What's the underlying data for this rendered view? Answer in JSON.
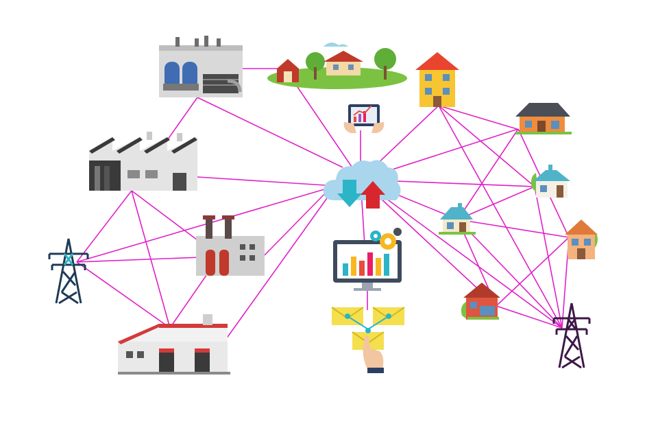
{
  "diagram": {
    "nodes": [
      {
        "id": "factory-top",
        "icon": "factory-icon"
      },
      {
        "id": "farm",
        "icon": "farm-icon"
      },
      {
        "id": "tablet-chart",
        "icon": "tablet-chart-icon"
      },
      {
        "id": "house-yellow",
        "icon": "house-icon"
      },
      {
        "id": "house-orange-right",
        "icon": "house-icon"
      },
      {
        "id": "factory-sawtooth",
        "icon": "factory-icon"
      },
      {
        "id": "cloud",
        "icon": "cloud-upload-download-icon"
      },
      {
        "id": "house-teal-right",
        "icon": "house-icon"
      },
      {
        "id": "house-teal-small",
        "icon": "house-icon"
      },
      {
        "id": "house-peach",
        "icon": "house-icon"
      },
      {
        "id": "pylon-left",
        "icon": "transmission-tower-icon"
      },
      {
        "id": "power-plant",
        "icon": "power-plant-icon"
      },
      {
        "id": "monitor-analytics",
        "icon": "monitor-chart-icon"
      },
      {
        "id": "house-red",
        "icon": "house-icon"
      },
      {
        "id": "pylon-right",
        "icon": "transmission-tower-icon"
      },
      {
        "id": "warehouse",
        "icon": "warehouse-icon"
      },
      {
        "id": "envelopes-hand",
        "icon": "email-network-icon"
      }
    ],
    "edges": [
      [
        "factory-top",
        "farm"
      ],
      [
        "factory-top",
        "factory-sawtooth"
      ],
      [
        "factory-top",
        "cloud"
      ],
      [
        "farm",
        "cloud"
      ],
      [
        "tablet-chart",
        "cloud"
      ],
      [
        "house-yellow",
        "cloud"
      ],
      [
        "house-yellow",
        "house-orange-right"
      ],
      [
        "house-yellow",
        "house-teal-right"
      ],
      [
        "house-yellow",
        "pylon-right"
      ],
      [
        "house-orange-right",
        "cloud"
      ],
      [
        "house-orange-right",
        "house-teal-small"
      ],
      [
        "house-orange-right",
        "house-peach"
      ],
      [
        "factory-sawtooth",
        "cloud"
      ],
      [
        "factory-sawtooth",
        "pylon-left"
      ],
      [
        "factory-sawtooth",
        "power-plant"
      ],
      [
        "factory-sawtooth",
        "warehouse"
      ],
      [
        "cloud",
        "house-teal-right"
      ],
      [
        "cloud",
        "house-teal-small"
      ],
      [
        "cloud",
        "house-red"
      ],
      [
        "cloud",
        "pylon-right"
      ],
      [
        "cloud",
        "monitor-analytics"
      ],
      [
        "cloud",
        "power-plant"
      ],
      [
        "cloud",
        "pylon-left"
      ],
      [
        "cloud",
        "warehouse"
      ],
      [
        "house-teal-right",
        "house-teal-small"
      ],
      [
        "house-teal-right",
        "pylon-right"
      ],
      [
        "house-teal-small",
        "house-peach"
      ],
      [
        "house-teal-small",
        "house-red"
      ],
      [
        "house-teal-small",
        "pylon-right"
      ],
      [
        "house-peach",
        "house-red"
      ],
      [
        "house-peach",
        "pylon-right"
      ],
      [
        "house-red",
        "pylon-right"
      ],
      [
        "pylon-left",
        "power-plant"
      ],
      [
        "pylon-left",
        "warehouse"
      ],
      [
        "power-plant",
        "warehouse"
      ],
      [
        "monitor-analytics",
        "envelopes-hand"
      ]
    ],
    "colors": {
      "edge": "#e020c8",
      "cloud": "#a9d6ec",
      "arrow_down": "#2bb5c7",
      "arrow_up": "#d8262e",
      "pylon_left": "#1f3b56",
      "pylon_right": "#3d1846",
      "factory_gray": "#d9d9d9",
      "factory_dark": "#3a3a3a",
      "roof_red": "#d43a3a",
      "grass": "#7cc242",
      "house_yellow": "#f6c531",
      "house_orange": "#ef8c3d",
      "house_teal": "#7ec6d3",
      "house_peach": "#f3b27e",
      "house_red": "#e0553f",
      "envelope": "#f4df4f",
      "monitor": "#3d4b5c",
      "gear": "#f6b820"
    }
  }
}
